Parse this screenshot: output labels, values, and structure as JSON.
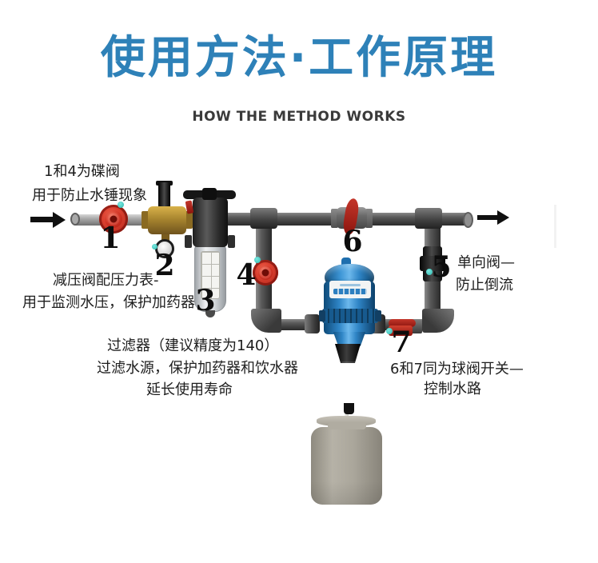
{
  "page": {
    "title": "使用方法·工作原理",
    "subtitle": "HOW THE METHOD WORKS"
  },
  "numbers": {
    "n1": "1",
    "n2": "2",
    "n3": "3",
    "n4": "4",
    "n5": "5",
    "n6": "6",
    "n7": "7"
  },
  "annotations": {
    "butterfly_valves": {
      "line1": "1和4为碟阀",
      "line2": "用于防止水锤现象"
    },
    "pressure_regulator": {
      "line1": "减压阀配压力表-",
      "line2": "用于监测水压，保护加药器"
    },
    "filter": {
      "line1": "过滤器（建议精度为140）",
      "line2": "过滤水源，保护加药器和饮水器",
      "line3": "延长使用寿命"
    },
    "check_valve": {
      "line1": "单向阀—",
      "line2": "防止倒流"
    },
    "ball_valves": {
      "line1": "6和7同为球阀开关—",
      "line2": "控制水路"
    }
  },
  "colors": {
    "accent_blue": "#2e81b8",
    "subtitle_gray": "#3a3a3a",
    "valve_red": "#c2271e",
    "indicator_teal": "#3ec6c0",
    "pump_blue": "#2b7fc2",
    "pipe_dark": "#4a4a4a",
    "pipe_light": "#a8a8a8",
    "brass": "#b08a2e",
    "tank_beige": "#a6a296",
    "number_black": "#0d0d0d"
  }
}
